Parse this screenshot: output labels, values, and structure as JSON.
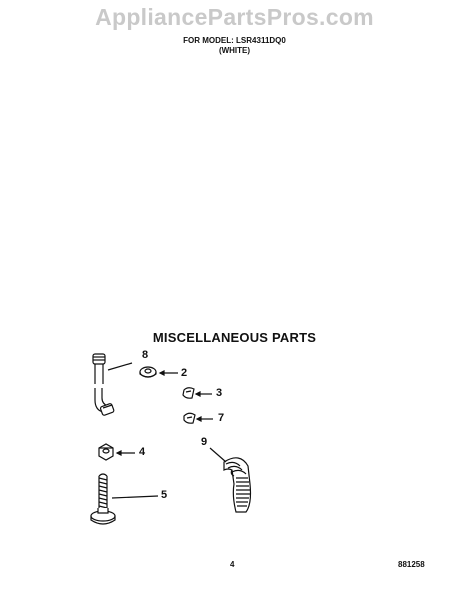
{
  "watermark": "AppliancePartsPros.com",
  "header": {
    "model_line": "FOR MODEL: LSR4311DQ0",
    "color_line": "(WHITE)"
  },
  "title": "MISCELLANEOUS PARTS",
  "callouts": [
    "8",
    "2",
    "3",
    "7",
    "4",
    "9",
    "5"
  ],
  "footer": {
    "page_number": "4",
    "code": "881258"
  },
  "colors": {
    "ink": "#111111",
    "watermark": "#c9c9c9"
  }
}
